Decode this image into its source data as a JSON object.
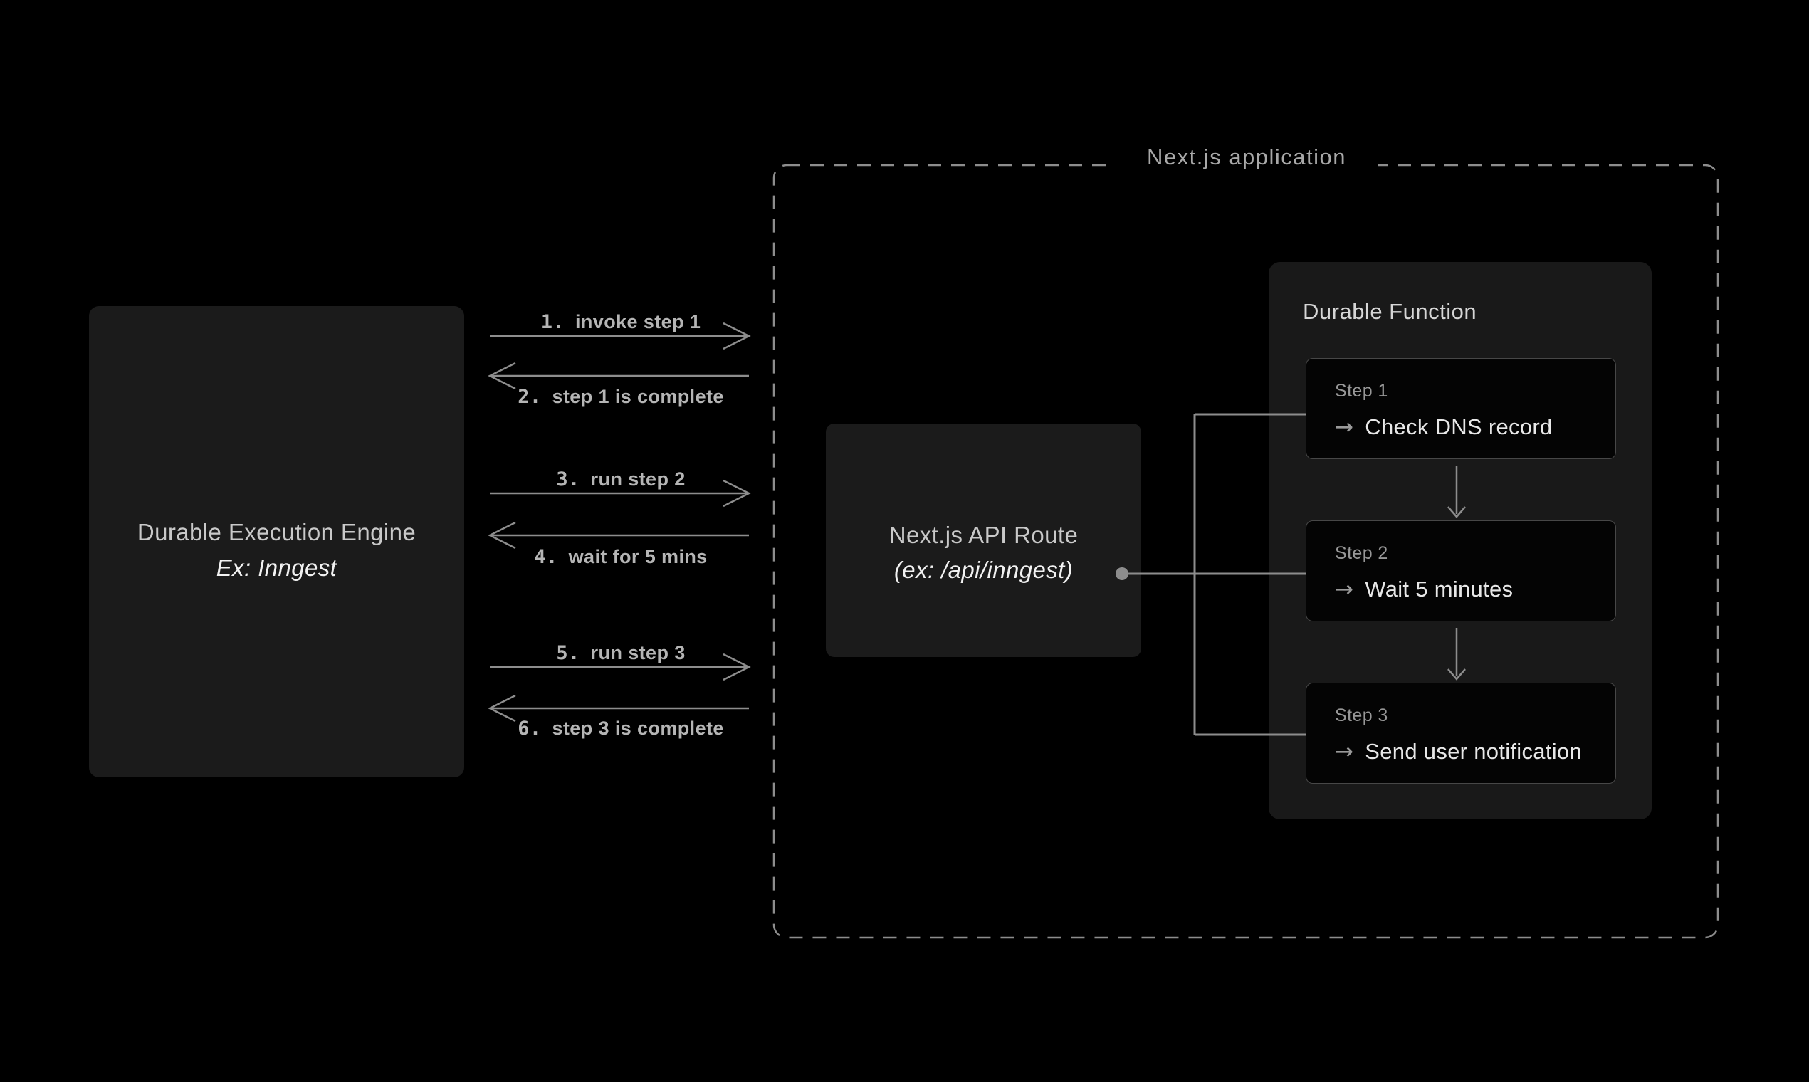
{
  "page": {
    "background": "#000000"
  },
  "colors": {
    "line_gray": "#8d8d8d",
    "box_fill": "#1b1b1b",
    "panel_fill": "#191919",
    "card_fill": "#040404",
    "card_border": "#474747",
    "bright_text": "#f2f2f2",
    "muted_text": "#a8a8a8"
  },
  "nextjs_app": {
    "label": "Next.js application"
  },
  "engine_box": {
    "title": "Durable Execution Engine",
    "subtitle": "Ex: Inngest"
  },
  "api_box": {
    "title": "Next.js API Route",
    "subtitle": "(ex: /api/inngest)"
  },
  "sequence": {
    "arrows": [
      {
        "num": "1.",
        "text": "invoke step 1",
        "direction": "right"
      },
      {
        "num": "2.",
        "text": "step 1 is complete",
        "direction": "left"
      },
      {
        "num": "3.",
        "text": "run step 2",
        "direction": "right"
      },
      {
        "num": "4.",
        "text": "wait for 5 mins",
        "direction": "left"
      },
      {
        "num": "5.",
        "text": "run step 3",
        "direction": "right"
      },
      {
        "num": "6.",
        "text": "step 3 is complete",
        "direction": "left"
      }
    ]
  },
  "durable_function": {
    "title": "Durable Function",
    "steps": [
      {
        "label": "Step 1",
        "action": "Check DNS record"
      },
      {
        "label": "Step 2",
        "action": "Wait 5 minutes"
      },
      {
        "label": "Step 3",
        "action": "Send user notification"
      }
    ]
  },
  "icons": {
    "arrow_right": "→"
  }
}
